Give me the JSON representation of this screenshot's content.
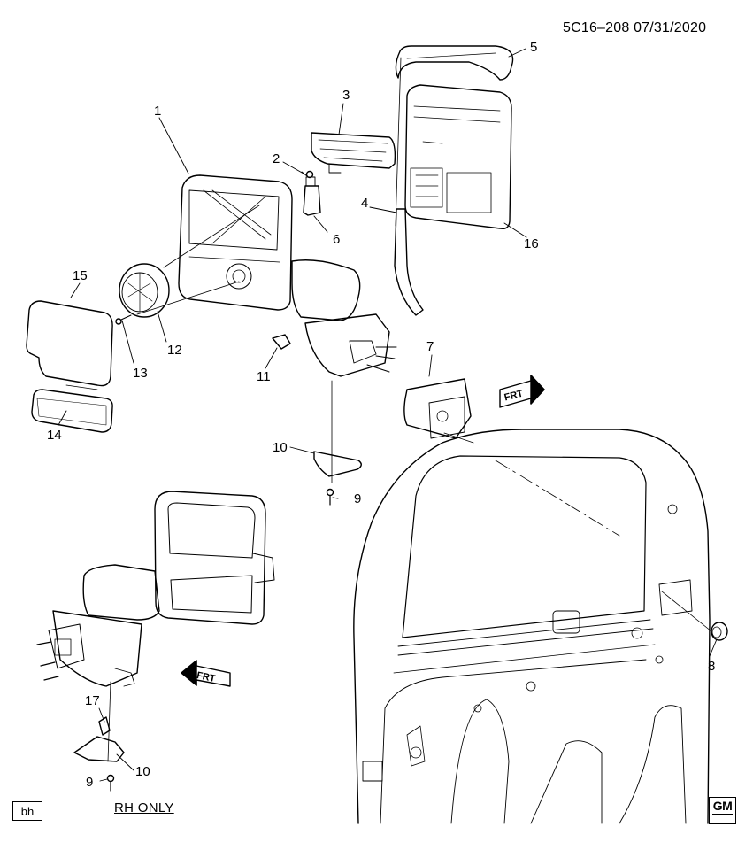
{
  "document_id": "5C16–208  07/31/2020",
  "footer": {
    "box_label": "bh",
    "note": "RH ONLY",
    "logo_text": "GM"
  },
  "callouts": [
    "1",
    "2",
    "3",
    "4",
    "5",
    "6",
    "7",
    "8",
    "9",
    "9",
    "10",
    "10",
    "11",
    "12",
    "13",
    "14",
    "15",
    "16",
    "17"
  ],
  "direction_labels": [
    "FRT",
    "FRT"
  ]
}
